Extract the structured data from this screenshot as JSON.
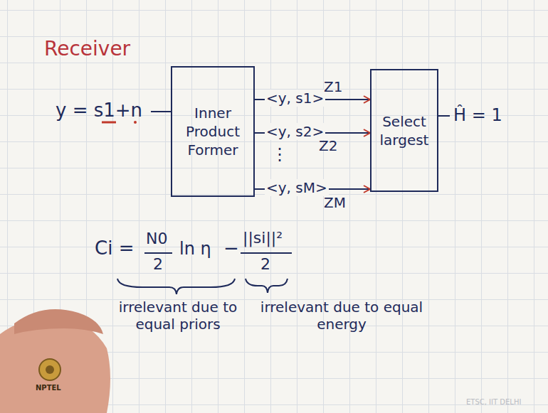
{
  "diagram": {
    "title": "Receiver",
    "nodes": [
      {
        "text": [
          "Inner Product Former"
        ]
      },
      {
        "text": [
          "Select largest"
        ]
      }
    ],
    "edges": [
      {
        "from": 0,
        "to": 1,
        "arrow": "to",
        "label": "Z1"
      },
      {
        "from": 0,
        "to": 1,
        "arrow": "to",
        "label": "Z2"
      },
      {
        "from": 0,
        "to": 1,
        "arrow": "to",
        "label": "ZM"
      }
    ],
    "labels": [
      "y = s1+n",
      "<y, s1>",
      "<y, s2>",
      "⋮",
      "<y, sM>",
      "Ĥ = 1",
      "Ci =",
      "N0",
      "2",
      "ln η",
      "−",
      "||si||²",
      "2",
      "irrelevant due to equal priors",
      "irrelevant due to equal energy",
      "NPTEL",
      "ETSC, IIT DELHI"
    ]
  }
}
